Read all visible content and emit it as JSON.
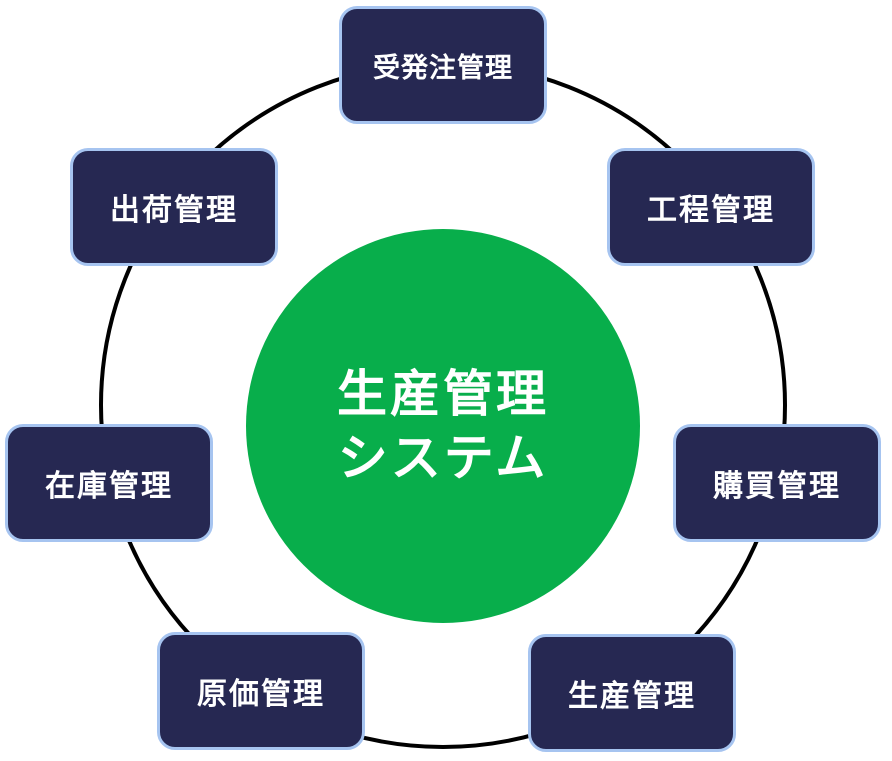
{
  "center": {
    "line1": "生産管理",
    "line2": "システム"
  },
  "modules": [
    {
      "id": "order",
      "label": "受発注管理"
    },
    {
      "id": "process",
      "label": "工程管理"
    },
    {
      "id": "purchase",
      "label": "購買管理"
    },
    {
      "id": "production",
      "label": "生産管理"
    },
    {
      "id": "cost",
      "label": "原価管理"
    },
    {
      "id": "inventory",
      "label": "在庫管理"
    },
    {
      "id": "shipping",
      "label": "出荷管理"
    }
  ],
  "colors": {
    "box_fill": "#262852",
    "box_border": "#a6c4f0",
    "center_fill": "#08ae4b",
    "ring": "#000000"
  }
}
